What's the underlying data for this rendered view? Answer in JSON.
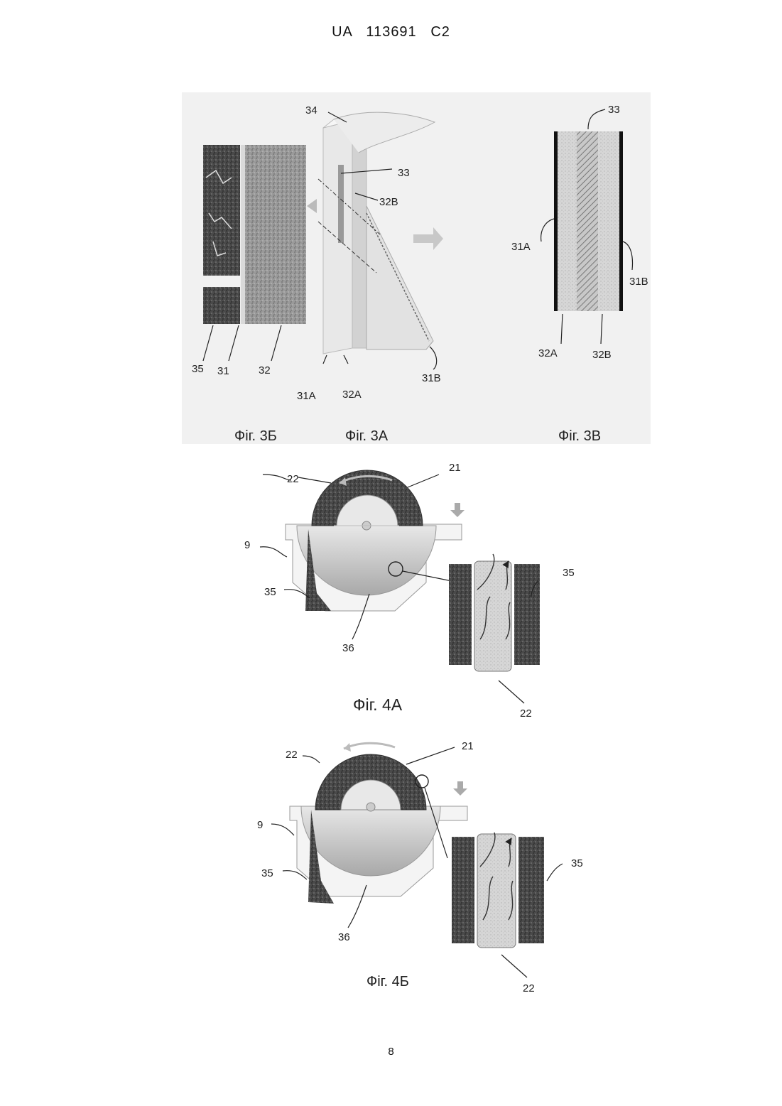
{
  "header": {
    "doc_id": "UA   113691   C2"
  },
  "page_number": "8",
  "fig3": {
    "captions": {
      "fig3b": "Фіг. 3Б",
      "fig3a": "Фіг. 3А",
      "fig3v": "Фіг. 3В"
    },
    "labels3b": [
      "35",
      "31",
      "32"
    ],
    "labels3a": {
      "top": "34",
      "mid": "33",
      "b": "32В",
      "bot1": "31А",
      "bot2": "32А",
      "right": "31В"
    },
    "labels3v": {
      "top": "33",
      "left": "31А",
      "right": "31В",
      "bot1": "32А",
      "bot2": "32В"
    }
  },
  "fig4a": {
    "caption": "Фіг. 4А",
    "labels": {
      "a": "22",
      "b": "21",
      "c": "9",
      "d": "35",
      "e": "36",
      "f": "35",
      "g": "22"
    }
  },
  "fig4b": {
    "caption": "Фіг. 4Б",
    "labels": {
      "a": "22",
      "b": "21",
      "c": "9",
      "d": "35",
      "e": "36",
      "f": "35",
      "g": "22"
    }
  }
}
